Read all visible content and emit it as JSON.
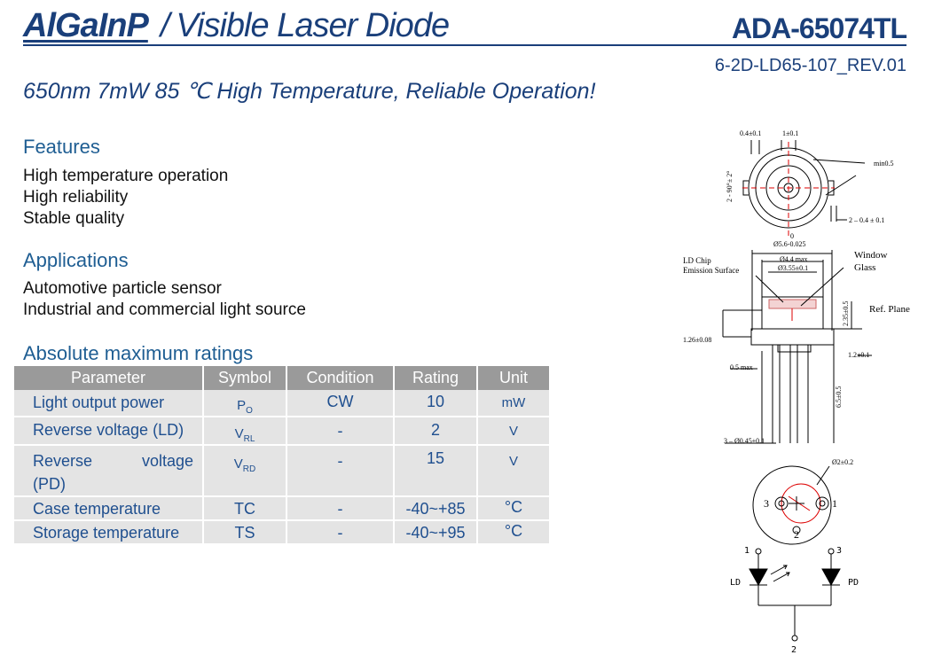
{
  "header": {
    "material": "AlGaInP",
    "separator": "/",
    "product_type": "Visible Laser Diode",
    "part_number": "ADA-65074TL",
    "revision": "6-2D-LD65-107_REV.01"
  },
  "tagline": "650nm 7mW 85 ℃ High Temperature, Reliable Operation!",
  "features": {
    "title": "Features",
    "items": [
      "High temperature operation",
      "High reliability",
      "Stable quality"
    ]
  },
  "applications": {
    "title": "Applications",
    "items": [
      "Automotive particle sensor",
      "Industrial and commercial light source"
    ]
  },
  "ratings": {
    "title": "Absolute maximum ratings",
    "headers": [
      "Parameter",
      "Symbol",
      "Condition",
      "Rating",
      "Unit"
    ],
    "rows": [
      {
        "parameter": "Light output power",
        "symbol": "P",
        "symbol_sub": "O",
        "condition": "CW",
        "rating": "10",
        "unit": "mW"
      },
      {
        "parameter": "Reverse voltage (LD)",
        "symbol": "V",
        "symbol_sub": "RL",
        "condition": "-",
        "rating": "2",
        "unit": "V"
      },
      {
        "parameter_line1a": "Reverse",
        "parameter_line1b": "voltage",
        "parameter_line2": "(PD)",
        "symbol": "V",
        "symbol_sub": "RD",
        "condition": "-",
        "rating": "15",
        "unit": "V"
      },
      {
        "parameter": "Case temperature",
        "symbol": "TC",
        "condition": "-",
        "rating": "-40~+85",
        "unit": "°C"
      },
      {
        "parameter": "Storage temperature",
        "symbol": "TS",
        "condition": "-",
        "rating": "-40~+95",
        "unit": "°C"
      }
    ]
  },
  "drawing": {
    "dim_04": "0.4±0.1",
    "dim_1": "1±0.1",
    "dim_min05": "min0.5",
    "dim_angle": "2 - 90°± 2°",
    "dim_2_04": "2 – 0.4 ± 0.1",
    "dim_0": "0",
    "dim_56": "Ø5.6-0.025",
    "dim_44": "Ø4.4 max",
    "dim_355": "Ø3.55±0.1",
    "ld_chip_1": "LD Chip",
    "ld_chip_2": "Emission Surface",
    "window_1": "Window",
    "window_2": "Glass",
    "ref_plane": "Ref. Plane",
    "dim_235": "2.35±0.5",
    "dim_126": "1.26±0.08",
    "dim_12": "1.2±0.1",
    "dim_05max": "0.5 max",
    "dim_65": "6.5±0.5",
    "dim_045": "3 – Ø0.45±0.1",
    "dim_o2": "Ø2±0.2",
    "pin1": "1",
    "pin2": "2",
    "pin3": "3",
    "ld": "LD",
    "pd": "PD"
  }
}
